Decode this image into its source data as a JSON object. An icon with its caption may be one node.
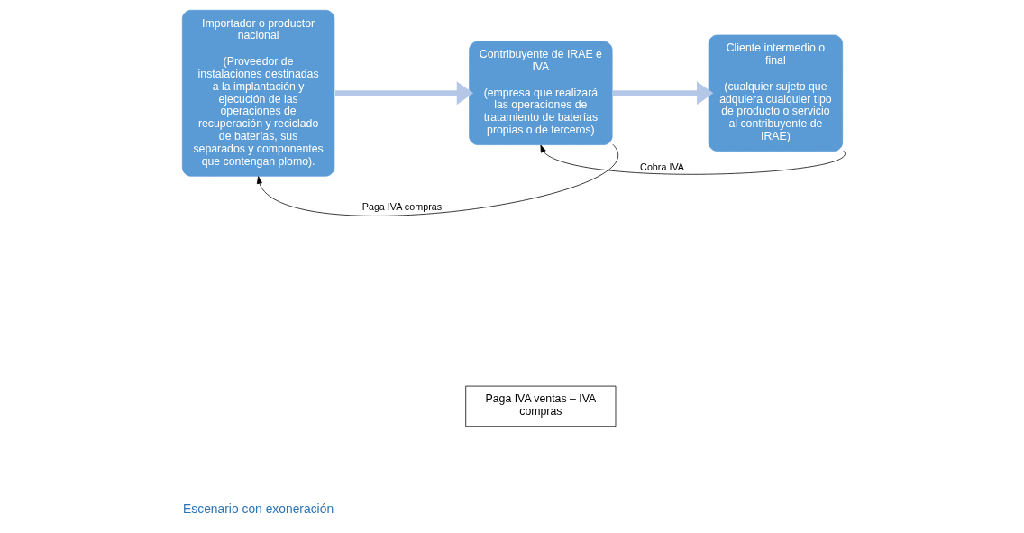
{
  "diagram": {
    "nodes": [
      {
        "text": [
          "Importador o productor nacional",
          "(Proveedor de instalaciones destinadas a la implantación y ejecución de las operaciones de recuperación y reciclado de baterías, sus separados y componentes que contengan plomo)."
        ]
      },
      {
        "text": [
          "Contribuyente de IRAE e IVA",
          "(empresa que realizará las operaciones de tratamiento de baterías propias o de terceros)"
        ]
      },
      {
        "text": [
          "Cliente intermedio o final",
          "(cualquier sujeto que adquiera cualquier tipo de producto o servicio al contribuyente de IRAE)"
        ]
      },
      {
        "text": [
          "Paga IVA ventas – IVA compras"
        ]
      }
    ],
    "edges": [
      {
        "from": 0,
        "to": 1,
        "arrow": "to",
        "style": "thick",
        "color": "#b4c7e7"
      },
      {
        "from": 1,
        "to": 2,
        "arrow": "to",
        "style": "thick",
        "color": "#b4c7e7"
      },
      {
        "from": 1,
        "to": 0,
        "arrow": "to",
        "label": "Paga IVA compras",
        "color": "#000000"
      },
      {
        "from": 2,
        "to": 1,
        "arrow": "to",
        "label": "Cobra IVA",
        "color": "#000000"
      }
    ],
    "labels": [
      "Escenario con exoneración"
    ]
  }
}
